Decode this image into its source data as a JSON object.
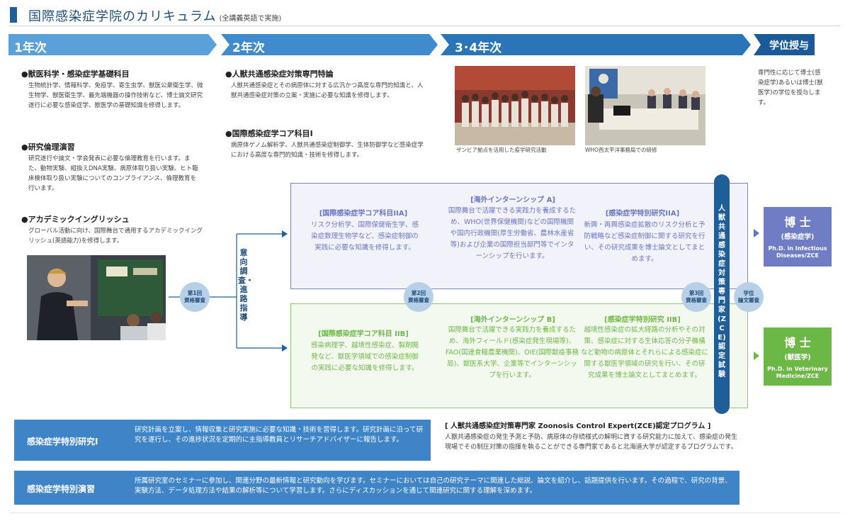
{
  "header": {
    "title": "国際感染症学院のカリキュラム",
    "subtitle": "(全講義英語で実施)"
  },
  "years": {
    "y1": "1年次",
    "y2": "2年次",
    "y34": "3･4年次",
    "degree": "学位授与"
  },
  "year1": {
    "s1_title": "●獣医科学・感染症学基礎科目",
    "s1_body": "生物統計学、情報科学、免疫学、寄生虫学、獣医公衆衛生学、微生物学、獣医衛生学、最先端機器の操作技術など、博士論文研究遂行に必要な感染症学、獣医学の基礎知識を修得します。",
    "s2_title": "●研究倫理演習",
    "s2_body": "研究遂行や論文・学会発表に必要な倫理教育を行います。また、動物実験、組換えDNA実験、病原体取り扱い実験、ヒト臨床検体取り扱い実験についてのコンプライアンス、倫理教育を行います。",
    "s3_title": "●アカデミックイングリッシュ",
    "s3_body": "グローバル活動に向け、国際舞台で通用するアカデミックイングリッシュ(英語能力)を修得します。"
  },
  "year2": {
    "s1_title": "●人獣共通感染症対策専門特論",
    "s1_body": "人獣共通感染症とその病原体に対する広汎かつ高度な専門的知識と、人獣共通感染症対策の立案・実施に必要な知識を修得します。",
    "s2_title": "●国際感染症学コア科目Ⅰ",
    "s2_body": "病原体ゲノム解析学、人獣共通感染症制御学、生体防御学など感染症学における高度な専門的知識・技術を修得します。"
  },
  "photos": {
    "caption1": "ザンビア拠点を活用した疫学研究活動",
    "caption2": "WHO西太平洋事務局での研修"
  },
  "guidance": "意向調査・進路指導",
  "circles": {
    "c1": [
      "第1回",
      "資格審査"
    ],
    "c2": [
      "第2回",
      "資格審査"
    ],
    "c3": [
      "第3回",
      "資格審査"
    ],
    "c4": [
      "学位",
      "論文審査"
    ]
  },
  "upper_track": {
    "core_title": "[国際感染症学コア科目IIA]",
    "core_body": "リスク分析学、国際保健衛生学、感染症数理生物学など、感染症制御の実践に必要な知識を修得します。",
    "intern_title": "[海外インターンシップ A]",
    "intern_body": "国際舞台で活躍できる実践力を養成するため、WHO(世界保健機関)などの国際機関や国内行政機関(厚生労働省、農林水産省等)および企業の国際担当部門等でインターンシップを行います。",
    "research_title": "[感染症学特別研究IIA]",
    "research_body": "新興・再興感染症拡散のリスク分析と予防戦略など感染症制御に関する研究を行い、その研究成果を博士論文としてまとめます。"
  },
  "lower_track": {
    "core_title": "[国際感染症学コア科目 IIB]",
    "core_body": "感染病理学、越境性感染症、製剤開発など、獣医学領域での感染症制御の実践に必要な知識を修得します。",
    "intern_title": "[海外インターンシップ B]",
    "intern_body": "国際舞台で活躍できる実践力を養成するため、海外フィールド(感染症発生現場等)、FAO(国連食糧農業機関)、OIE(国際獣疫事務局)、獣医系大学、企業等でインターンシップを行います。",
    "research_title": "[感染症学特別研究 IIB]",
    "research_body": "越境性感染症の拡大経路の分析やその対策、感染症に対する生体応答の分子機構など動物の病原体とそれらによる感染症に関する獣医学領域の研究を行い、その研究成果を博士論文としてまとめます。"
  },
  "zce_bar": "人獣共通感染症対策専門家(ZCE)認定試験",
  "degrees": {
    "d1_title": "博 士",
    "d1_sub": "(感染症学)",
    "d1_en": "Ph.D. in Infectious Diseases/ZCE",
    "d2_title": "博 士",
    "d2_sub": "(獣医学)",
    "d2_en": "Ph.D. in Veterinary Medicine/ZCE",
    "note": "専門性に応じて博士(感染症学)あるいは博士(獣医学)の学位を授与します。"
  },
  "zce_program": {
    "title": "[ 人獣共通感染症対策専門家 Zoonosis Control Expert(ZCE)認定プログラム ]",
    "body": "人獣共通感染症の発生予測と予防、病原体の存続様式の解明に資する研究能力に加えて、感染症の発生現場でその制圧対策の指揮を執ることができる専門家であると北海道大学が認定するプログラムです。"
  },
  "bottom": {
    "r1_title": "感染症学特別研究Ⅰ",
    "r1_body": "研究計画を立案し、情報収集と研究実施に必要な知識・技術を習得します。研究計画に沿って研究を遂行し、その進捗状況を定期的に主指導教員とリサーチアドバイザーに報告します。",
    "r2_title": "感染症学特別演習",
    "r2_body": "所属研究室のセミナーに参加し、関連分野の最新情報と研究動向を学びます。セミナーにおいては自己の研究テーマに関連した総説、論文を紹介し、話題提供を行います。その過程で、研究の背景、実験方法、データ処理方法や結果の解析等について学習します。さらにディスカッションを通じて関連研究に関する理解を深めます。"
  },
  "colors": {
    "navy": "#1f4e79",
    "banner_blue": "#2f7cc1",
    "lavender": "#7a85c8",
    "green": "#6cb847"
  }
}
